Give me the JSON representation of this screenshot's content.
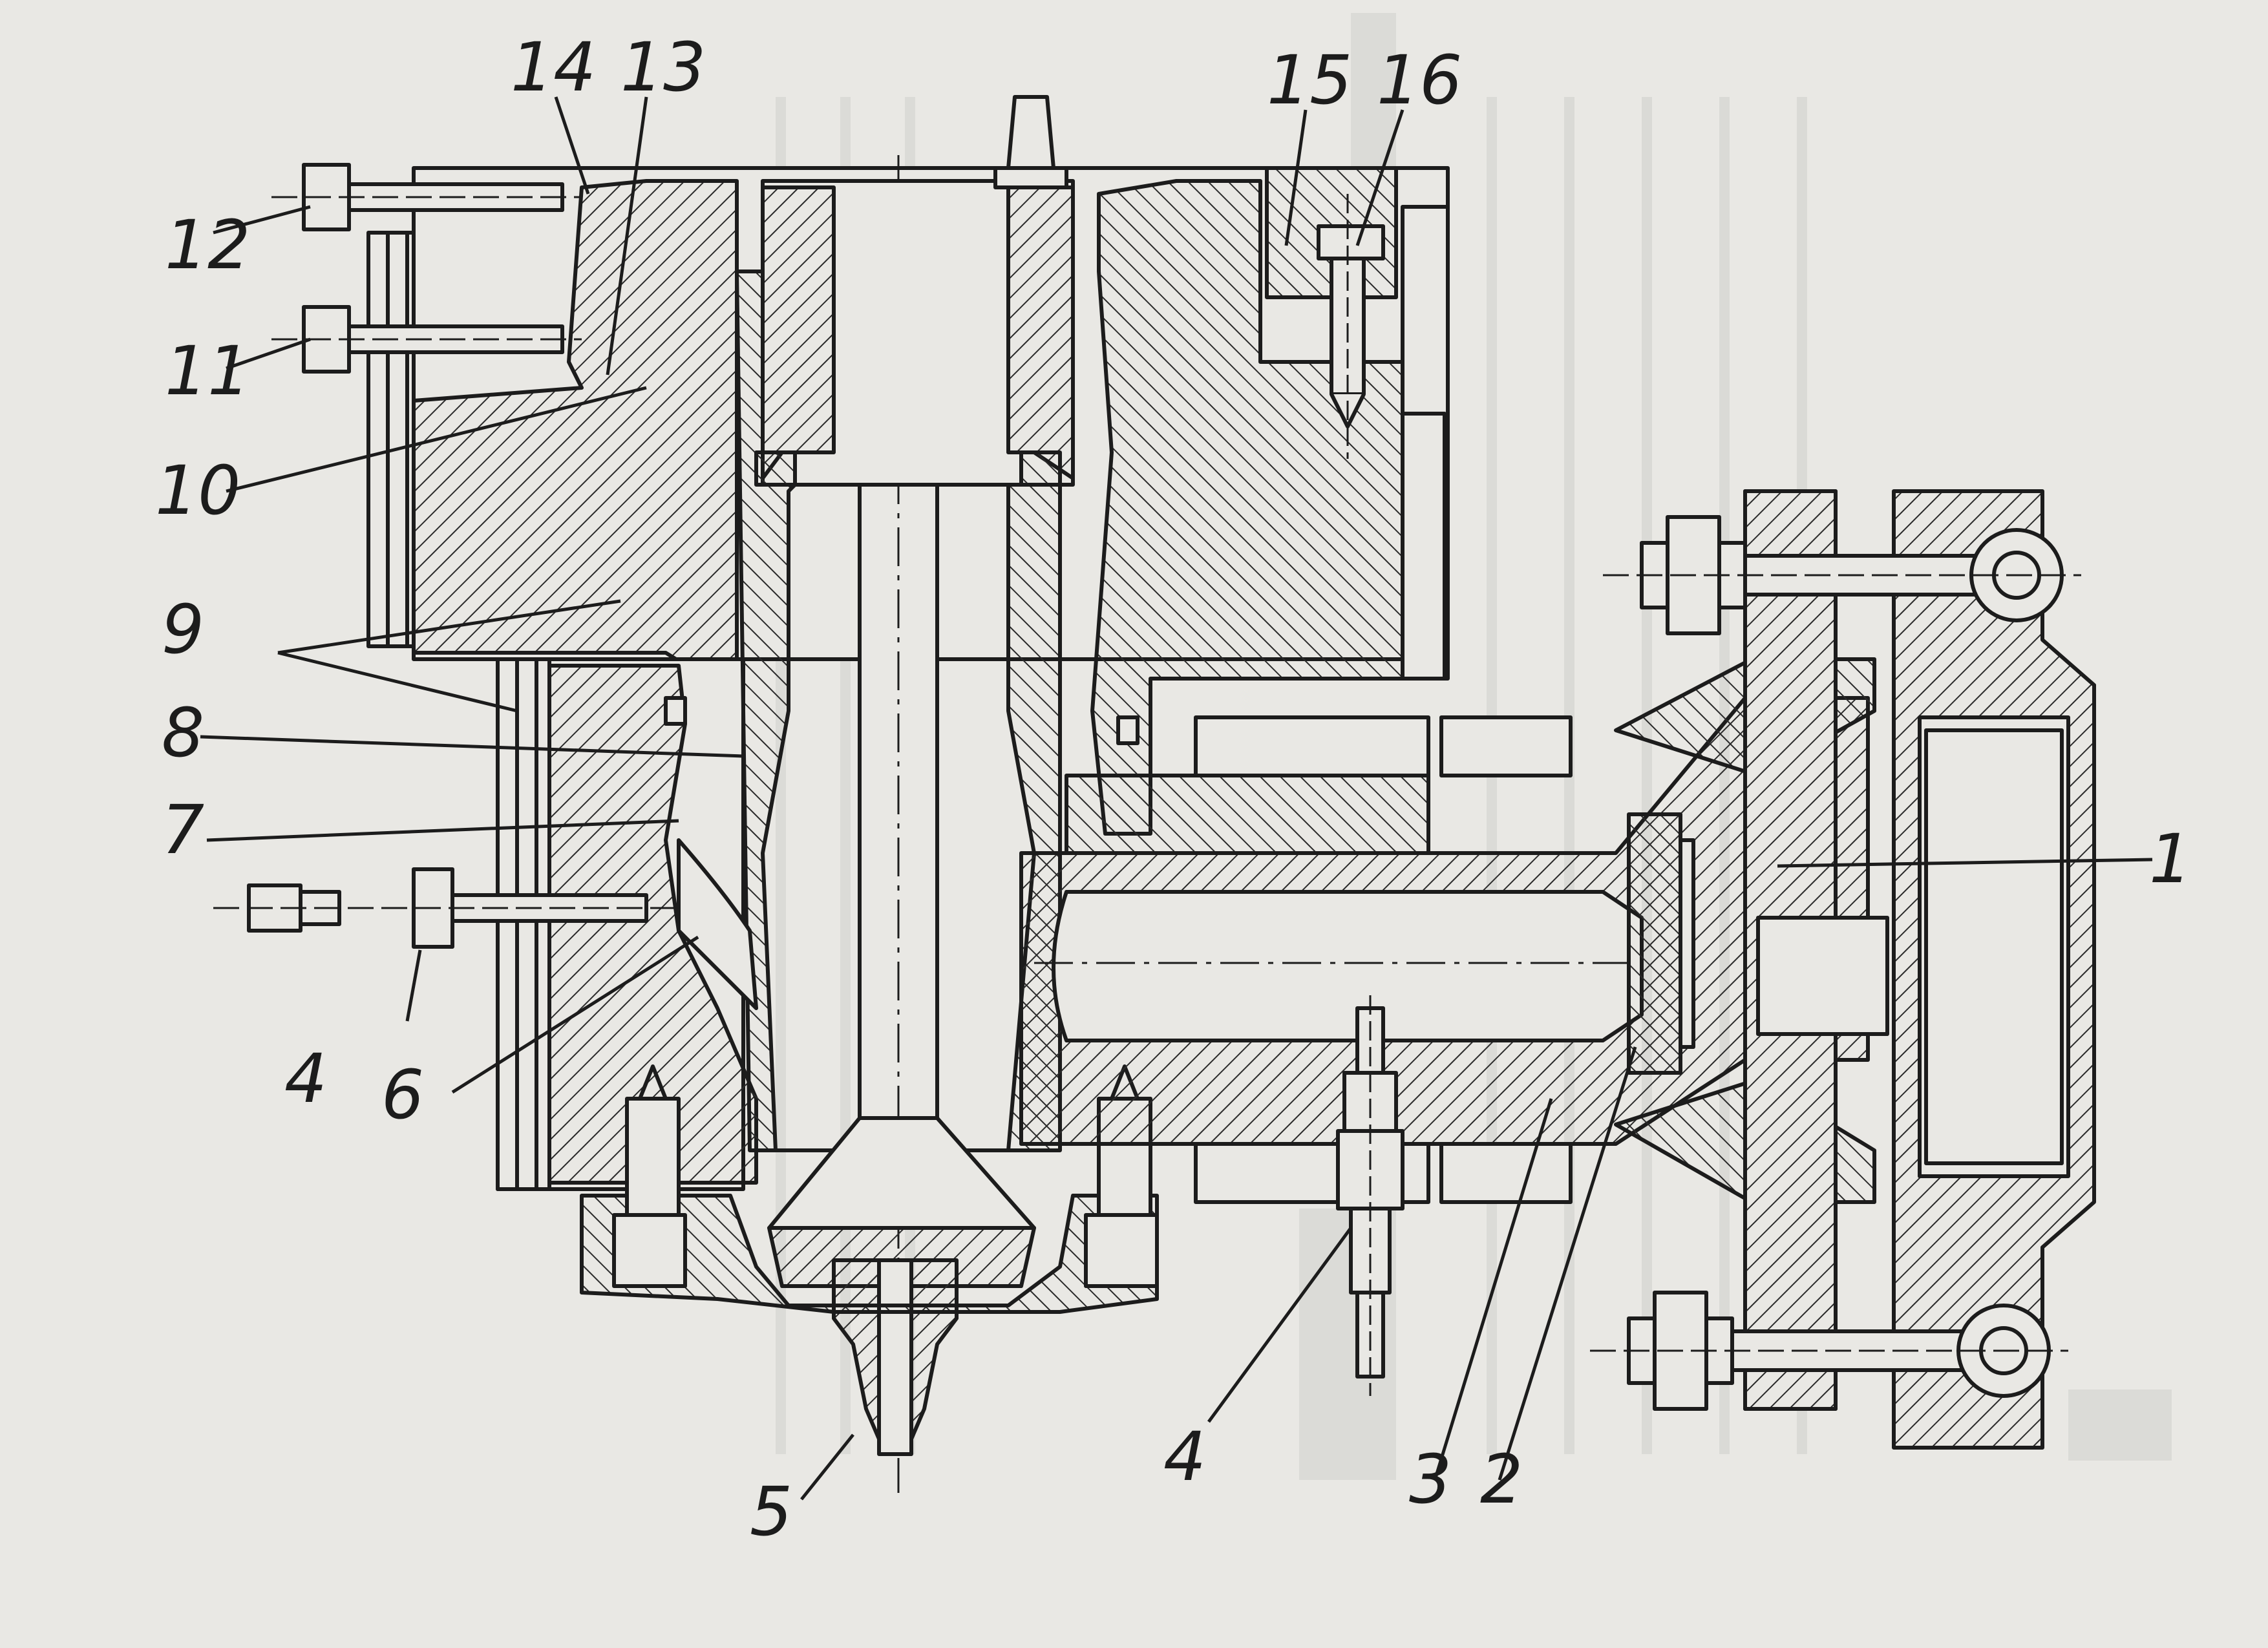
{
  "figure": {
    "callouts": [
      {
        "id": "label-1",
        "text": "1"
      },
      {
        "id": "label-2",
        "text": "2"
      },
      {
        "id": "label-3",
        "text": "3"
      },
      {
        "id": "label-4-bottom",
        "text": "4"
      },
      {
        "id": "label-4-left",
        "text": "4"
      },
      {
        "id": "label-5",
        "text": "5"
      },
      {
        "id": "label-6",
        "text": "6"
      },
      {
        "id": "label-7",
        "text": "7"
      },
      {
        "id": "label-8",
        "text": "8"
      },
      {
        "id": "label-9",
        "text": "9"
      },
      {
        "id": "label-10",
        "text": "10"
      },
      {
        "id": "label-11",
        "text": "11"
      },
      {
        "id": "label-12",
        "text": "12"
      },
      {
        "id": "label-13",
        "text": "13"
      },
      {
        "id": "label-14",
        "text": "14"
      },
      {
        "id": "label-15",
        "text": "15"
      },
      {
        "id": "label-16",
        "text": "16"
      }
    ],
    "colors": {
      "paper": "#e9e8e4",
      "ink": "#1c1c1c",
      "hatch": "#2a2a2a",
      "bleed_text": "#cfcfcc"
    }
  }
}
